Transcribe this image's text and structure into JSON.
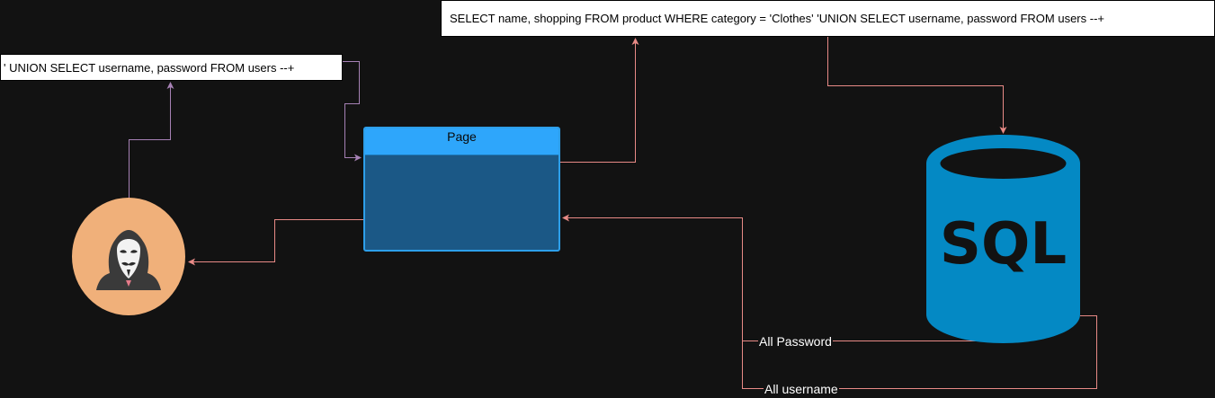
{
  "payload": {
    "text": "' UNION SELECT username, password FROM users --+"
  },
  "query": {
    "text": "SELECT name, shopping FROM product WHERE category = 'Clothes' 'UNION SELECT username, password FROM users --+"
  },
  "page": {
    "title": "Page"
  },
  "database": {
    "label": "SQL",
    "icon": "sql-database-icon"
  },
  "attacker": {
    "icon": "hacker-anonymous-mask-icon"
  },
  "edges": {
    "password_label": "All Password",
    "username_label": "All username"
  },
  "colors": {
    "background": "#121212",
    "attacker_edge": "#a681b5",
    "system_edge": "#e88a86",
    "page_header": "#2ea6fb",
    "page_body": "#1b5886",
    "database": "#0489c4",
    "hacker_circle": "#f0b07a"
  }
}
